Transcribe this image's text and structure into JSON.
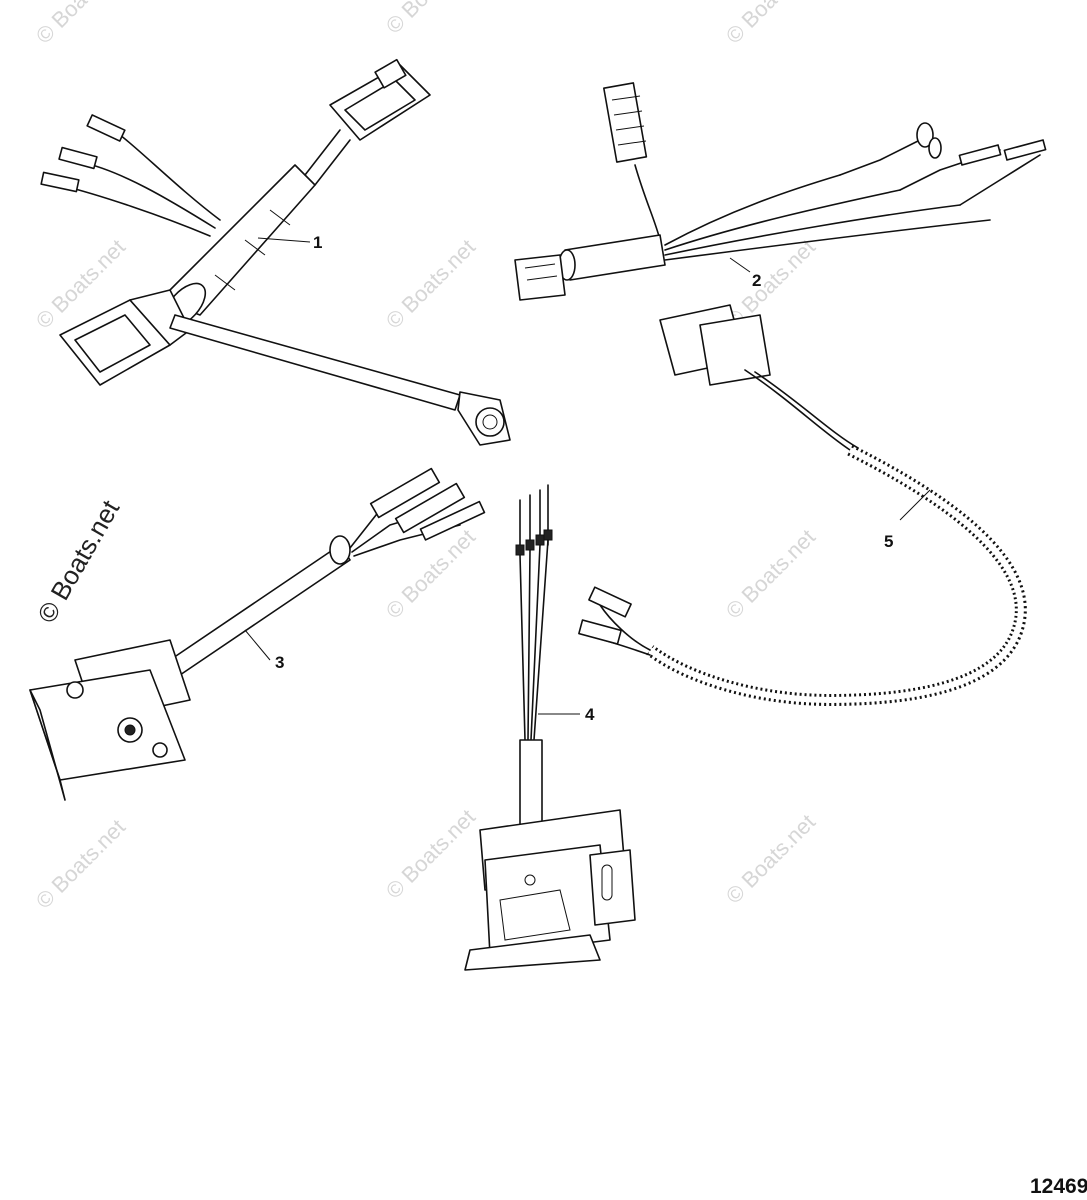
{
  "watermark": {
    "text": "© Boats.net",
    "main_text": "© Boats.net"
  },
  "callouts": [
    {
      "id": "callout-1",
      "label": "1"
    },
    {
      "id": "callout-2",
      "label": "2"
    },
    {
      "id": "callout-3",
      "label": "3"
    },
    {
      "id": "callout-4",
      "label": "4"
    },
    {
      "id": "callout-5",
      "label": "5"
    }
  ],
  "figure_id": "12469"
}
